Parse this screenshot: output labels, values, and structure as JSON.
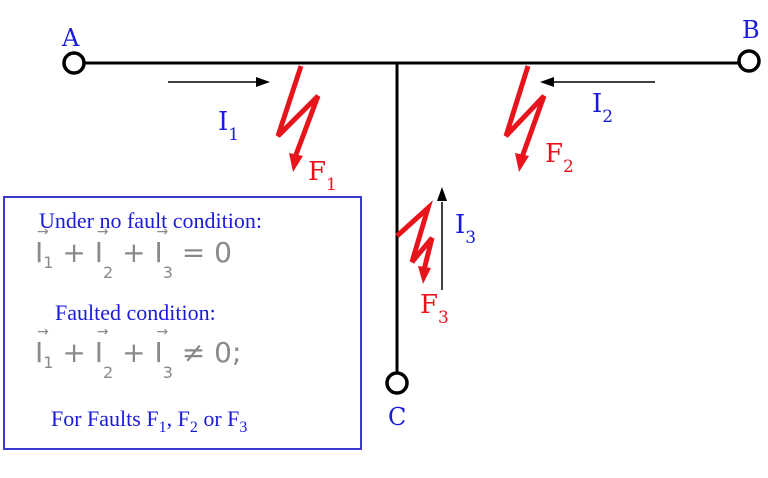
{
  "nodes": {
    "a": "A",
    "b": "B",
    "c": "C"
  },
  "currents": {
    "i1": {
      "main": "I",
      "sub": "1"
    },
    "i2": {
      "main": "I",
      "sub": "2"
    },
    "i3": {
      "main": "I",
      "sub": "3"
    }
  },
  "faults": {
    "f1": {
      "main": "F",
      "sub": "1"
    },
    "f2": {
      "main": "F",
      "sub": "2"
    },
    "f3": {
      "main": "F",
      "sub": "3"
    }
  },
  "box": {
    "no_fault_heading": "Under no fault condition:",
    "no_fault_eq": {
      "i1": "1",
      "i2": "2",
      "i3": "3",
      "relation": "= 0"
    },
    "faulted_heading": "Faulted condition:",
    "faulted_eq": {
      "i1": "1",
      "i2": "2",
      "i3": "3",
      "relation": "≠ 0;"
    },
    "footer": {
      "prefix": "For Faults F",
      "s1": "1",
      "sep1": ", F",
      "s2": "2",
      "sep2": " or F",
      "s3": "3"
    }
  },
  "colors": {
    "line": "#000000",
    "label_blue": "#1a1adb",
    "fault_red": "#e8141c",
    "formula_grey": "#8a8a8a"
  }
}
